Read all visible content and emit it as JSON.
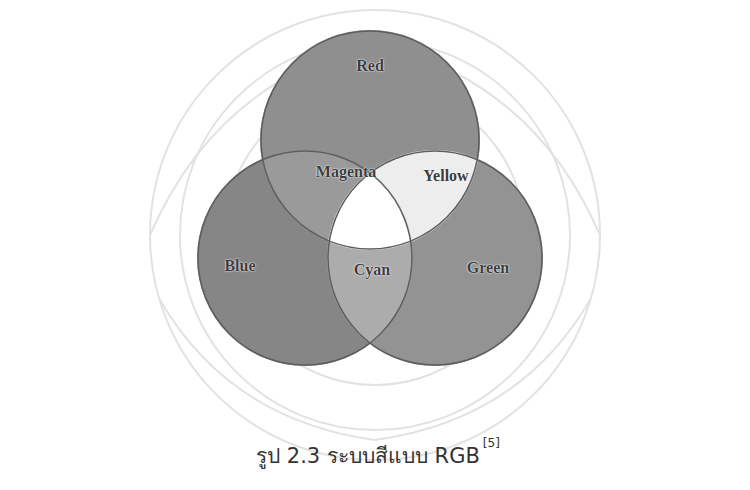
{
  "diagram": {
    "caption": "รูป 2.3 ระบบสีแบบ RGB",
    "nodes": [
      {
        "text": [
          "Red"
        ]
      },
      {
        "text": [
          "Blue"
        ]
      },
      {
        "text": [
          "Green"
        ]
      }
    ],
    "labels": [
      "Magenta",
      "Yellow",
      "Cyan",
      "[5]"
    ]
  }
}
